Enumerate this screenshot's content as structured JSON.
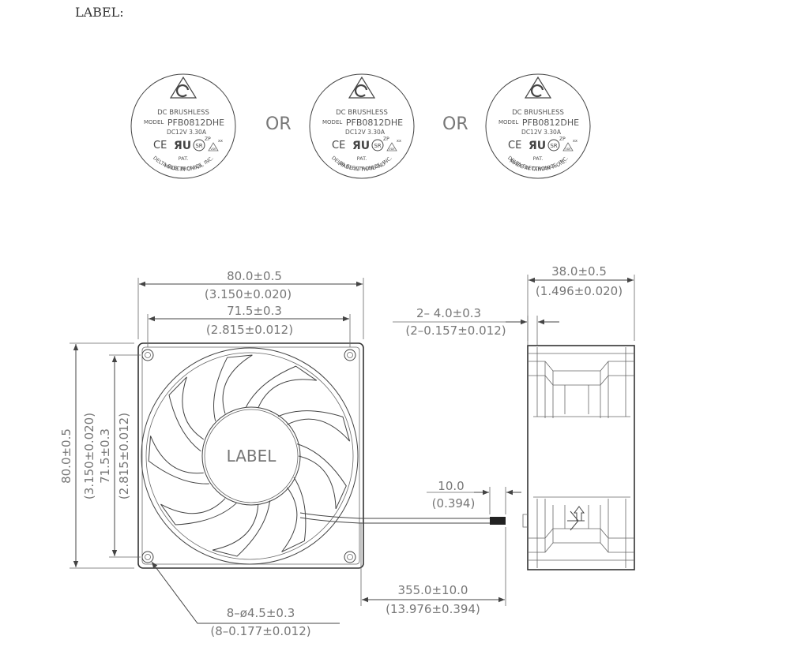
{
  "heading": "LABEL:",
  "labels": [
    {
      "line1": "DC  BRUSHLESS",
      "model_prefix": "MODEL",
      "model": "PFB0812DHE",
      "rating": "DC12V   3.30A",
      "pat": "PAT.",
      "maker": "DELTA  ELECTRONICS, INC.",
      "origin": "MADE  IN  CHINA"
    },
    {
      "line1": "DC  BRUSHLESS",
      "model_prefix": "MODEL",
      "model": "PFB0812DHE",
      "rating": "DC12V   3.30A",
      "pat": "PAT.",
      "maker": "DELTA  ELECTRONICS, INC.",
      "origin": "MADE  IN  THAILAND"
    },
    {
      "line1": "DC  BRUSHLESS",
      "model_prefix": "MODEL",
      "model": "PFB0812DHE",
      "rating": "DC12V   3.30A",
      "pat": "PAT.",
      "maker": "DELTA  ELECTRONICS, INC.",
      "origin": "MADE  IN  TAIWAN  R.O.C."
    }
  ],
  "or_text": "OR",
  "hub_label": "LABEL",
  "cert_marks": {
    "ce": "CE",
    "ul": "ЯU",
    "tuv": "SR",
    "tuv_sup": "ZP",
    "vde": "VDE",
    "x": "xx"
  },
  "dimensions": {
    "width_mm": "80.0±0.5",
    "width_in": "(3.150±0.020)",
    "hole_pitch_mm": "71.5±0.3",
    "hole_pitch_in": "(2.815±0.012)",
    "height_mm": "80.0±0.5",
    "height_in": "(3.150±0.020)",
    "hole_pitch_v_mm": "71.5±0.3",
    "hole_pitch_v_in": "(2.815±0.012)",
    "depth_mm": "38.0±0.5",
    "depth_in": "(1.496±0.020)",
    "flange_mm": "2–  4.0±0.3",
    "flange_in": "(2–0.157±0.012)",
    "strip_mm": "10.0",
    "strip_in": "(0.394)",
    "lead_mm": "355.0±10.0",
    "lead_in": "(13.976±0.394)",
    "holes_mm": "8–ø4.5±0.3",
    "holes_in": "(8–0.177±0.012)"
  },
  "colors": {
    "line": "#444444",
    "text": "#777777"
  }
}
